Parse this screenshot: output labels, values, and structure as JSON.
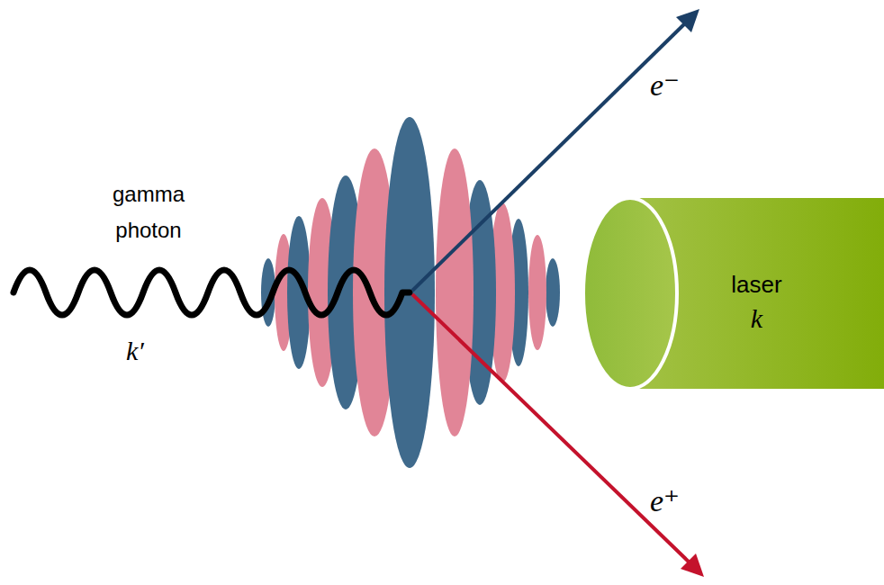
{
  "diagram": {
    "nodes": [
      {
        "text": [
          "laser",
          "k"
        ]
      }
    ],
    "labels": [
      "gamma photon",
      "k′",
      "e⁻",
      "e⁺"
    ]
  }
}
